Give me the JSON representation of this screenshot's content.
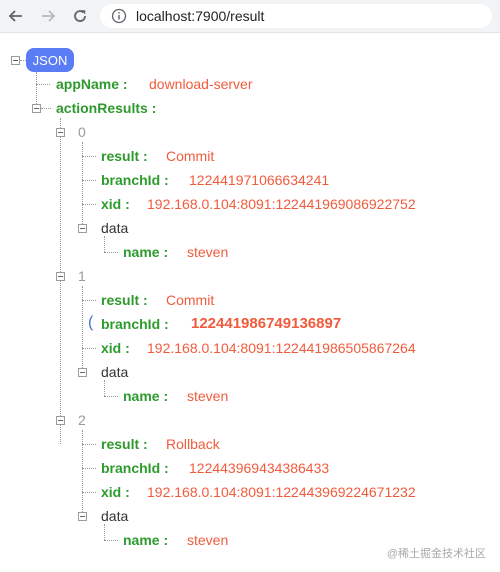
{
  "browser": {
    "url": "localhost:7900/result"
  },
  "tree": {
    "root_label": "JSON",
    "appName": {
      "key": "appName :",
      "value": "download-server"
    },
    "actionResults_key": "actionResults :",
    "items": [
      {
        "index": "0",
        "result": {
          "key": "result :",
          "value": "Commit"
        },
        "branchId": {
          "key": "branchId :",
          "value": "122441971066634241"
        },
        "xid": {
          "key": "xid :",
          "value": "192.168.0.104:8091:122441969086922752"
        },
        "data_label": "data",
        "name": {
          "key": "name :",
          "value": "steven"
        }
      },
      {
        "index": "1",
        "result": {
          "key": "result :",
          "value": "Commit"
        },
        "branchId": {
          "key": "branchId :",
          "value": "122441986749136897"
        },
        "xid": {
          "key": "xid :",
          "value": "192.168.0.104:8091:122441986505867264"
        },
        "data_label": "data",
        "name": {
          "key": "name :",
          "value": "steven"
        }
      },
      {
        "index": "2",
        "result": {
          "key": "result :",
          "value": "Rollback"
        },
        "branchId": {
          "key": "branchId :",
          "value": "122443969434386433"
        },
        "xid": {
          "key": "xid :",
          "value": "192.168.0.104:8091:122443969224671232"
        },
        "data_label": "data",
        "name": {
          "key": "name :",
          "value": "steven"
        }
      }
    ]
  },
  "watermark": "@稀土掘金技术社区"
}
